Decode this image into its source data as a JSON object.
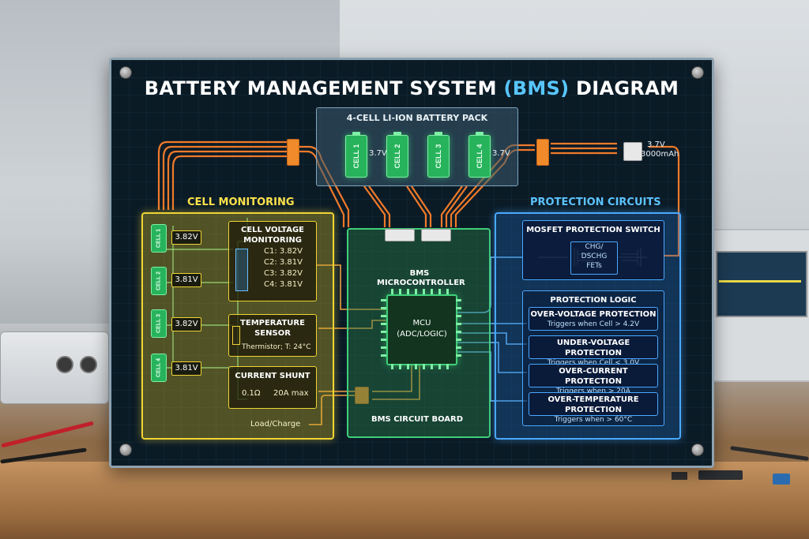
{
  "title": {
    "prefix": "BATTERY MANAGEMENT SYSTEM ",
    "highlight": "(BMS)",
    "suffix": " DIAGRAM"
  },
  "pack": {
    "title": "4-CELL LI-ION BATTERY PACK",
    "cells": [
      "CELL 1",
      "CELL 2",
      "CELL 3",
      "CELL 4"
    ],
    "left_voltage": "3.7V",
    "right_voltage": "3.7V",
    "output_voltage": "3.7V",
    "output_capacity": "3000mAh"
  },
  "cell_monitoring": {
    "title": "CELL MONITORING",
    "cells": [
      {
        "label": "CELL 1",
        "voltage": "3.82V"
      },
      {
        "label": "CELL 2",
        "voltage": "3.81V"
      },
      {
        "label": "CELL 3",
        "voltage": "3.82V"
      },
      {
        "label": "CELL 4",
        "voltage": "3.81V"
      }
    ],
    "voltage_box": {
      "title_line1": "CELL VOLTAGE",
      "title_line2": "MONITORING",
      "readings": [
        "C1: 3.82V",
        "C2: 3.81V",
        "C3: 3.82V",
        "C4: 3.81V"
      ]
    },
    "temp_box": {
      "title_line1": "TEMPERATURE",
      "title_line2": "SENSOR",
      "detail": "Thermistor; T: 24°C"
    },
    "shunt_box": {
      "title": "CURRENT SHUNT",
      "resistance": "0.1Ω",
      "max": "20A max"
    },
    "load_label": "Load/Charge"
  },
  "bms_board": {
    "title_line1": "BMS",
    "title_line2": "MICROCONTROLLER",
    "mcu_line1": "MCU",
    "mcu_line2": "(ADC/LOGIC)",
    "board_label": "BMS CIRCUIT BOARD"
  },
  "protection": {
    "title": "PROTECTION CIRCUITS",
    "mosfet": {
      "title": "MOSFET PROTECTION SWITCH",
      "line1": "CHG/",
      "line2": "DSCHG",
      "line3": "FETs"
    },
    "logic_title": "PROTECTION LOGIC",
    "items": [
      {
        "title": "OVER-VOLTAGE PROTECTION",
        "detail": "Triggers when Cell > 4.2V"
      },
      {
        "title": "UNDER-VOLTAGE PROTECTION",
        "detail": "Triggers when Cell < 3.0V"
      },
      {
        "title": "OVER-CURRENT PROTECTION",
        "detail": "Triggers when > 20A"
      },
      {
        "title": "OVER-TEMPERATURE PROTECTION",
        "detail": "Triggers when > 60°C"
      }
    ]
  },
  "colors": {
    "monitoring": "#f0d435",
    "board": "#3fcf7a",
    "protection": "#4aa8ff",
    "wires": "#f07a2a",
    "title_highlight": "#58c6ff"
  }
}
